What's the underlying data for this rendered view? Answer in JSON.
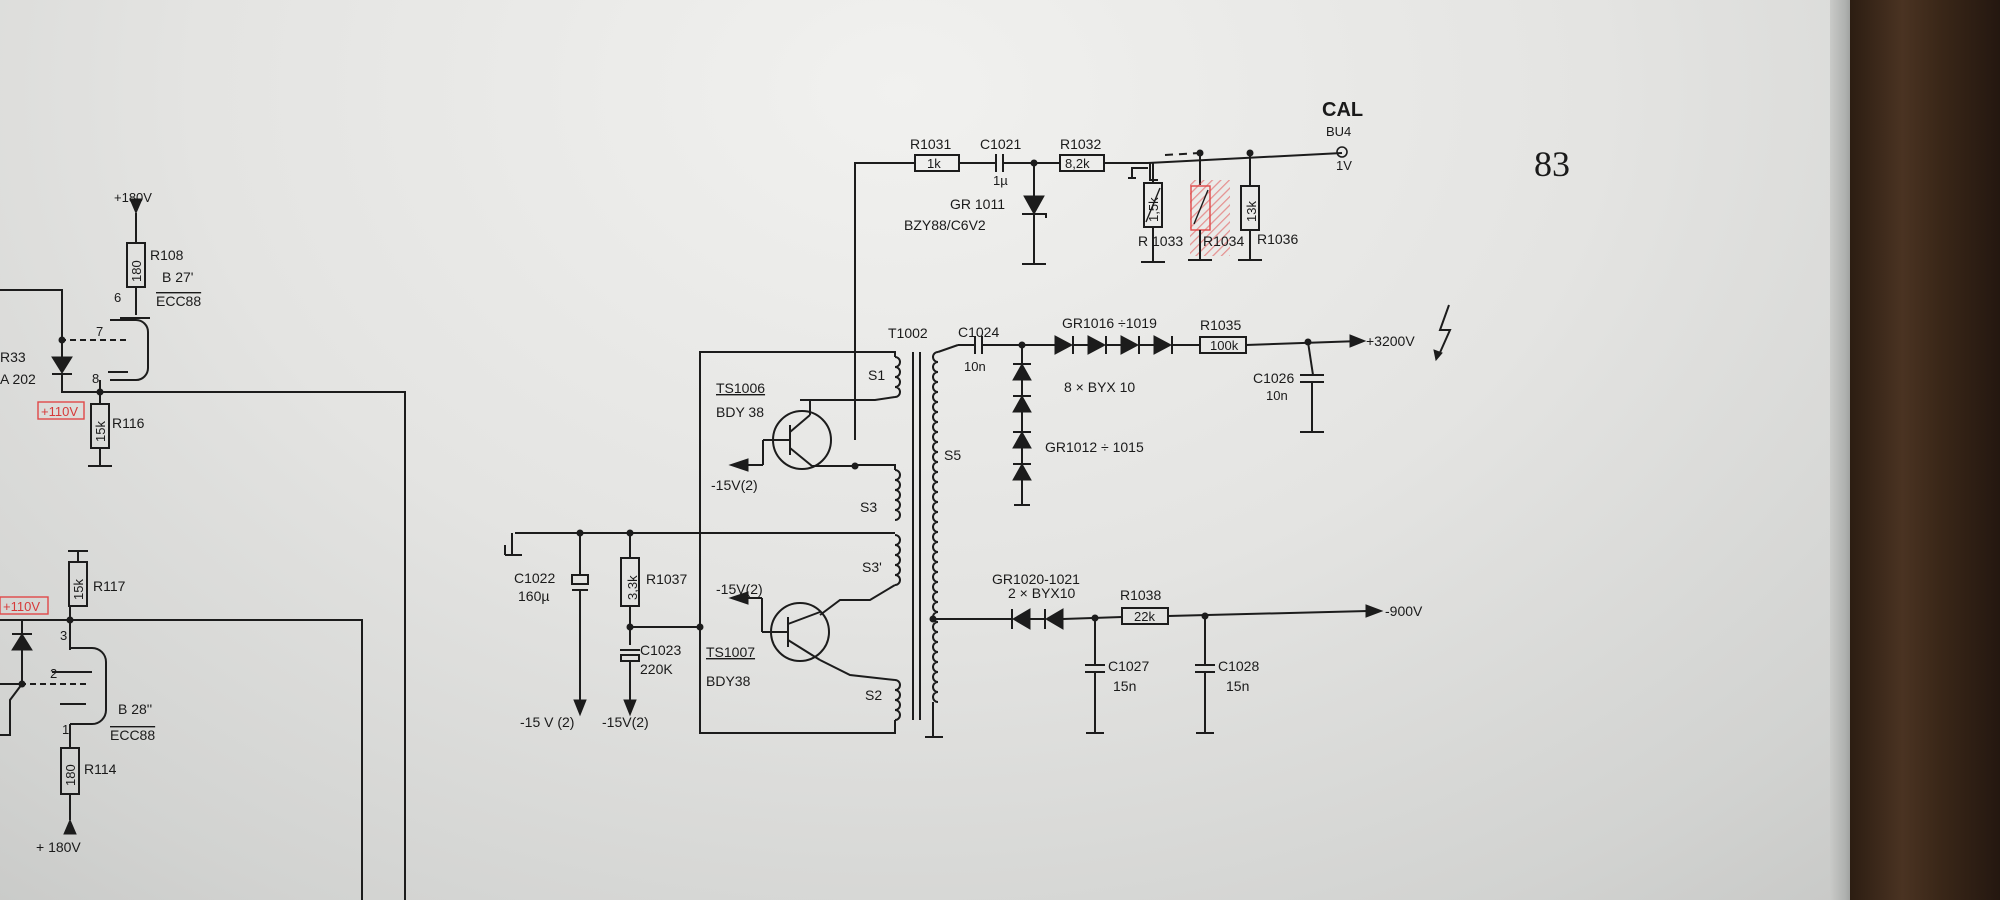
{
  "page_number": "83",
  "output": {
    "name": "CAL",
    "connector": "BU4",
    "level": "1V"
  },
  "hv_outputs": {
    "positive": "+3200V",
    "negative": "-900V"
  },
  "resistors": {
    "R1031": {
      "ref": "R1031",
      "value": "1k"
    },
    "R1032": {
      "ref": "R1032",
      "value": "8,2k"
    },
    "R1033": {
      "ref": "R 1033",
      "value": "1,5k"
    },
    "R1034": {
      "ref": "R1034"
    },
    "R1036": {
      "ref": "R1036",
      "value": "13k"
    },
    "R1035": {
      "ref": "R1035",
      "value": "100k"
    },
    "R1037": {
      "ref": "R1037",
      "value": "3,3k"
    },
    "R1038": {
      "ref": "R1038",
      "value": "22k"
    },
    "R108": {
      "ref": "R108",
      "value": "180"
    },
    "R116": {
      "ref": "R116",
      "value": "15k"
    },
    "R117": {
      "ref": "R117",
      "value": "15k"
    },
    "R114": {
      "ref": "R114",
      "value": "180"
    },
    "R33": {
      "ref": "R33"
    }
  },
  "capacitors": {
    "C1021": {
      "ref": "C1021",
      "value": "1µ"
    },
    "C1024": {
      "ref": "C1024",
      "value": "10n"
    },
    "C1026": {
      "ref": "C1026",
      "value": "10n"
    },
    "C1022": {
      "ref": "C1022",
      "value": "160µ"
    },
    "C1023": {
      "ref": "C1023",
      "value": "220K"
    },
    "C1027": {
      "ref": "C1027",
      "value": "15n"
    },
    "C1028": {
      "ref": "C1028",
      "value": "15n"
    }
  },
  "diodes": {
    "GR1011": {
      "ref": "GR 1011",
      "type": "BZY88/C6V2"
    },
    "GR1016": {
      "ref": "GR1016 ÷1019",
      "note": "8 × BYX 10"
    },
    "GR1012": {
      "ref": "GR1012 ÷ 1015"
    },
    "GR1020": {
      "ref": "GR1020-1021",
      "note": "2 × BYX10"
    }
  },
  "transistors": {
    "TS1006": {
      "ref": "TS1006",
      "type": "BDY 38"
    },
    "TS1007": {
      "ref": "TS1007",
      "type": "BDY38"
    }
  },
  "transformer": {
    "ref": "T1002",
    "windings": {
      "s1": "S1",
      "s2": "S2",
      "s3": "S3",
      "s3p": "S3'",
      "s5": "S5"
    }
  },
  "supplies": {
    "neg15_2": "-15V(2)",
    "neg15_bottom": "-15 V (2)",
    "plus180": "+180V",
    "plus110": "+110V",
    "plus180_bottom": "+ 180V"
  },
  "tubes": {
    "B27": {
      "ref": "B 27'",
      "type": "ECC88"
    },
    "B28": {
      "ref": "B 28''",
      "type": "ECC88"
    },
    "A202": "A 202"
  },
  "pins": {
    "p1": "1",
    "p2": "2",
    "p3": "3",
    "p6": "6",
    "p7": "7",
    "p8": "8"
  },
  "colors": {
    "highlight": "#e04848",
    "ink": "#1c1c1c"
  }
}
